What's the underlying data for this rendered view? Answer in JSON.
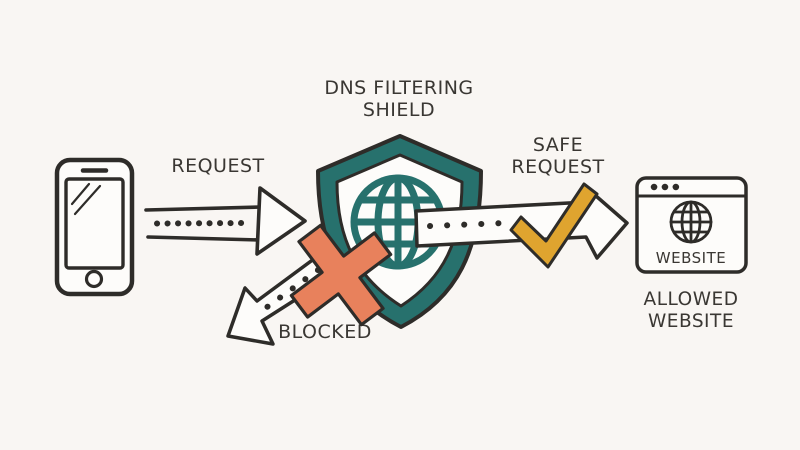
{
  "colors": {
    "background": "#f9f6f3",
    "paper": "#fdfcfa",
    "ink": "#2e2c29",
    "teal": "#27716d",
    "coral": "#e8815c",
    "gold": "#dfa42f",
    "text": "#3a3733"
  },
  "title": {
    "line1": "DNS FILTERING",
    "line2": "SHIELD"
  },
  "labels": {
    "request": "REQUEST",
    "safe_request_line1": "SAFE",
    "safe_request_line2": "REQUEST",
    "blocked": "BLOCKED",
    "website_window": "WEBSITE",
    "allowed_line1": "ALLOWED",
    "allowed_line2": "WEBSITE"
  },
  "icons": {
    "phone": "smartphone-icon",
    "shield": "shield-icon",
    "globe": "globe-icon",
    "check": "checkmark-icon",
    "cross": "blocked-x-icon",
    "browser": "browser-window-icon"
  }
}
